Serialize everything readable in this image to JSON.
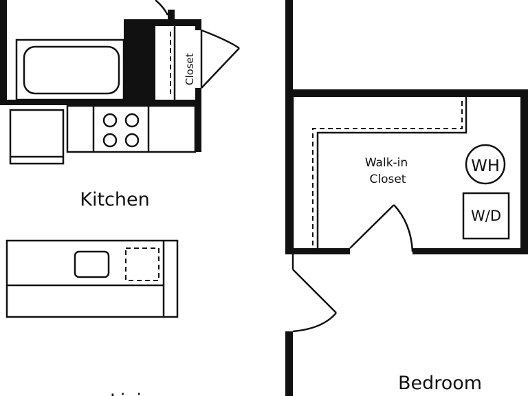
{
  "plan": {
    "ink": "#111111",
    "background": "#ffffff",
    "rooms": {
      "kitchen": "Kitchen",
      "bedroom": "Bedroom",
      "living_partial": "Living",
      "walk_in_closet_line1": "Walk-in",
      "walk_in_closet_line2": "Closet",
      "closet": "Closet"
    },
    "fixtures": {
      "water_heater": "WH",
      "washer_dryer": "W/D"
    }
  }
}
